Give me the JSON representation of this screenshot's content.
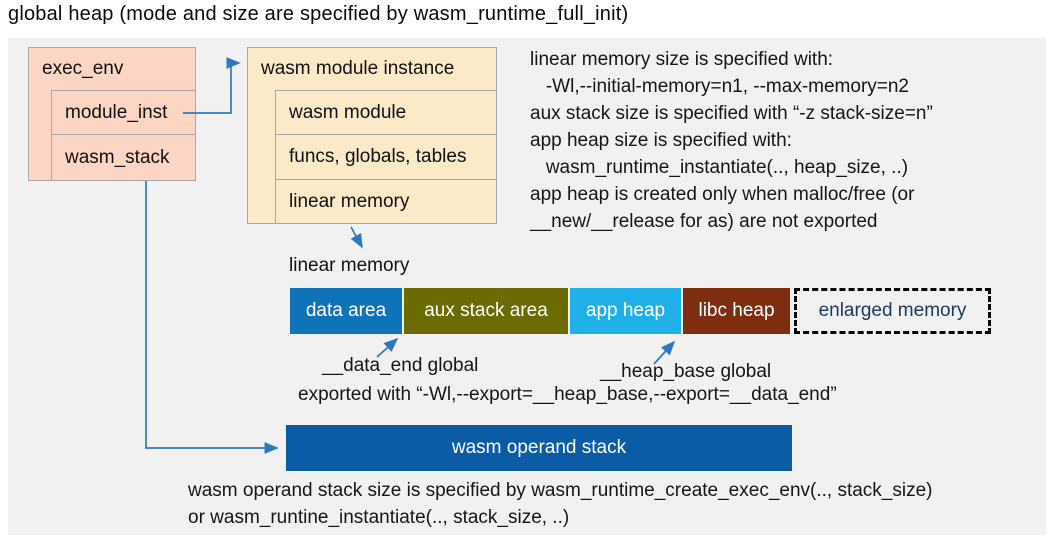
{
  "title": "global heap (mode and size are specified by wasm_runtime_full_init)",
  "exec_env": {
    "header": "exec_env",
    "rows": [
      "module_inst",
      "wasm_stack"
    ]
  },
  "module_instance": {
    "header": "wasm module instance",
    "rows": [
      "wasm module",
      "funcs, globals, tables",
      "linear memory"
    ]
  },
  "notes_right": {
    "lines": [
      "linear memory size is specified with:",
      "   -Wl,--initial-memory=n1, --max-memory=n2",
      "aux stack size is specified with “-z stack-size=n”",
      "app heap size is specified with:",
      "   wasm_runtime_instantiate(.., heap_size, ..)",
      "app heap is created only when malloc/free (or",
      "__new/__release for as) are not exported"
    ]
  },
  "linear_memory": {
    "label": "linear memory",
    "segments": [
      {
        "label": "data area",
        "color": "#0e73b8"
      },
      {
        "label": "aux stack area",
        "color": "#6a6b00"
      },
      {
        "label": "app heap",
        "color": "#1fb0ea"
      },
      {
        "label": "libc heap",
        "color": "#7e2d10"
      },
      {
        "label": "enlarged memory",
        "color": "transparent"
      }
    ],
    "annotations": {
      "data_end": "__data_end global",
      "heap_base": "__heap_base global",
      "exported": "exported with “-Wl,--export=__heap_base,--export=__data_end”"
    }
  },
  "operand_stack": {
    "label": "wasm operand stack",
    "note_line1": "wasm operand stack size is specified by wasm_runtime_create_exec_env(.., stack_size)",
    "note_line2": "or wasm_runtine_instantiate(.., stack_size, ..)"
  },
  "colors": {
    "panel_bg": "#f1f1f1",
    "exec_env_fill": "#fcd5c5",
    "instance_fill": "#fbeac8",
    "box_border": "#a8a8a8",
    "arrow": "#2e78c2",
    "operand_stack_fill": "#0b5ca5",
    "enlarged_memory_text": "#1f3864"
  }
}
